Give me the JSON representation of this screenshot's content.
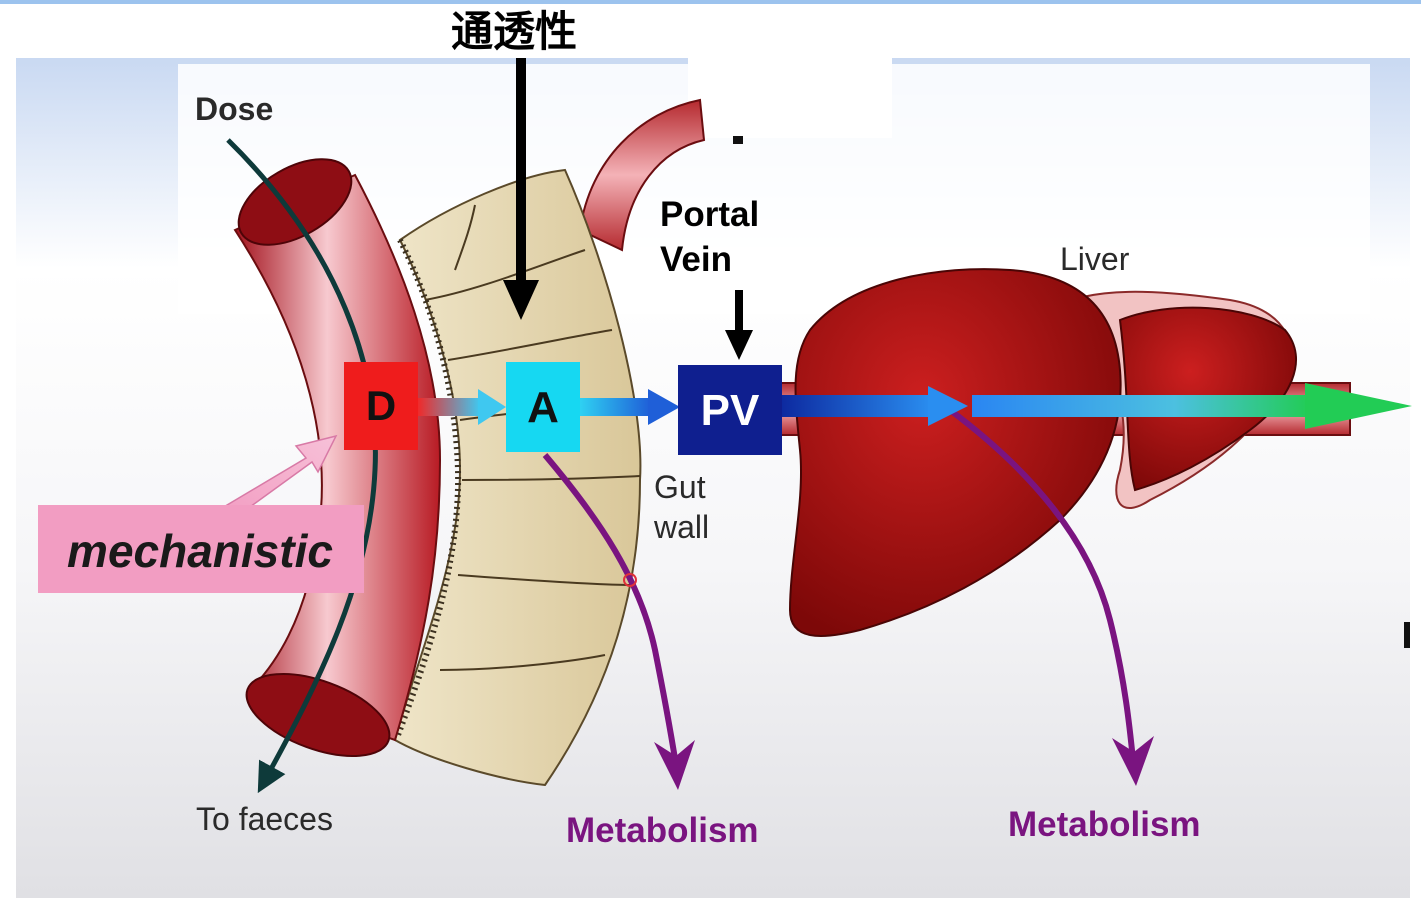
{
  "title": "通透性",
  "labels": {
    "dose": "Dose",
    "portal_vein": [
      "Portal",
      "Vein"
    ],
    "liver": "Liver",
    "gut_wall": [
      "Gut",
      "wall"
    ],
    "to_faeces": "To faeces",
    "metabolism_gut": "Metabolism",
    "metabolism_liver": "Metabolism",
    "mechanistic": "mechanistic"
  },
  "compartments": {
    "drug": "D",
    "absorbed": "A",
    "portal_vein": "PV"
  },
  "colors": {
    "drug_box": "#ef1c1c",
    "absorbed_box": "#16d8f2",
    "pv_box": "#0f1f8f",
    "metabolism_arrow": "#7a1480",
    "mechanistic_bg": "#f29dc2",
    "liver": "#a00f0f",
    "gut_tube": "#c8303a",
    "gut_wall": "#e9dcb8",
    "flow_end": "#22cc55"
  },
  "icons": {
    "dose_arrow": "curved-arrow-icon",
    "flow_arrow": "gradient-arrow-icon",
    "metabolism_arrow": "curved-arrow-icon",
    "pointer_arrow": "down-arrow-icon"
  }
}
